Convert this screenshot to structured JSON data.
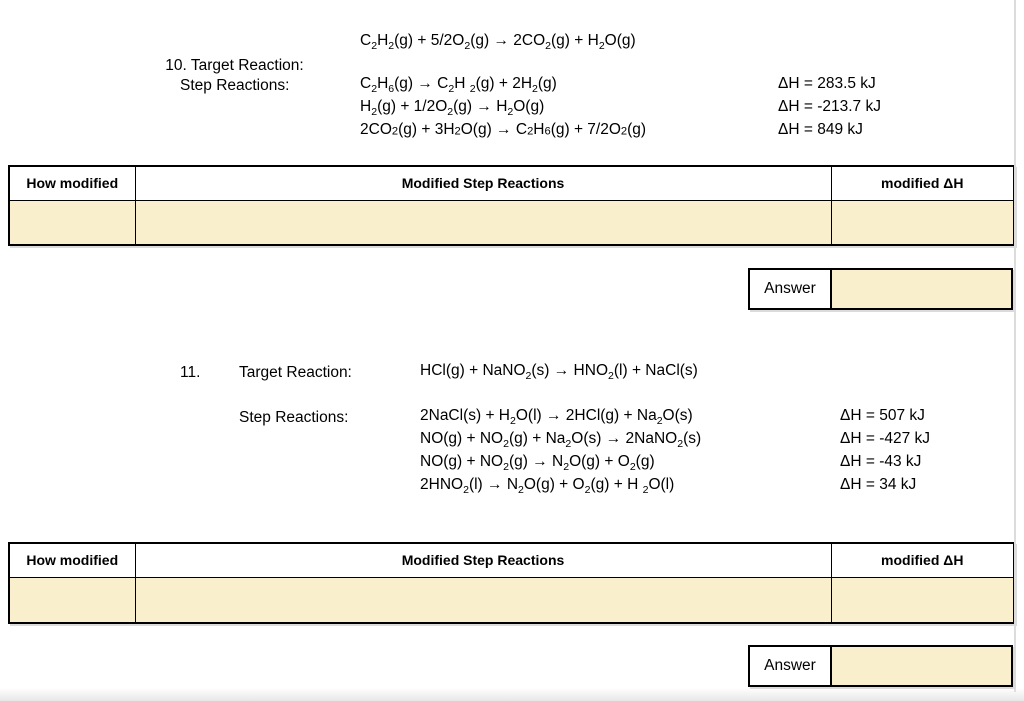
{
  "ui": {
    "answer_label": "Answer",
    "table_headers": {
      "how_modified": "How modified",
      "modified_steps": "Modified Step Reactions",
      "modified_dh": "modified ΔH"
    },
    "colors": {
      "field_fill": "#F9EFCD",
      "border": "#000000"
    }
  },
  "problems": [
    {
      "number": "10.",
      "target_label": "Target Reaction:",
      "steps_label": "Step Reactions:",
      "target_equation": "C_2H_2(g) + 5/2O_2(g) → 2CO_2(g) + H_2O(g)",
      "step_equations": [
        "C_2H_6(g) → C_2H _2(g) + 2H_2(g)",
        "H_2(g) + 1/2O_2(g) → H_2O(g)",
        "2CO~2(g) + 3H~2O(g) → C~2H~6(g) + 7/2O~2(g)"
      ],
      "delta_h_values": [
        "ΔH = 283.5 kJ",
        "ΔH = -213.7 kJ",
        "ΔH = 849 kJ"
      ]
    },
    {
      "number": "11.",
      "target_label": "Target Reaction:",
      "steps_label": "Step Reactions:",
      "target_equation": "HCl(g) + NaNO_2(s) → HNO_2(l) + NaCl(s)",
      "step_equations": [
        "2NaCl(s) + H_2O(l) → 2HCl(g) + Na_2O(s)",
        "NO(g) + NO_2(g) + Na_2O(s) → 2NaNO_2(s)",
        "NO(g) + NO_2(g) → N_2O(g) + O_2(g)",
        "2HNO_2(l) → N_2O(g) + O_2(g) + H _2O(l)"
      ],
      "delta_h_values": [
        "ΔH = 507 kJ",
        "ΔH = -427 kJ",
        "ΔH = -43 kJ",
        "ΔH = 34 kJ"
      ]
    }
  ]
}
